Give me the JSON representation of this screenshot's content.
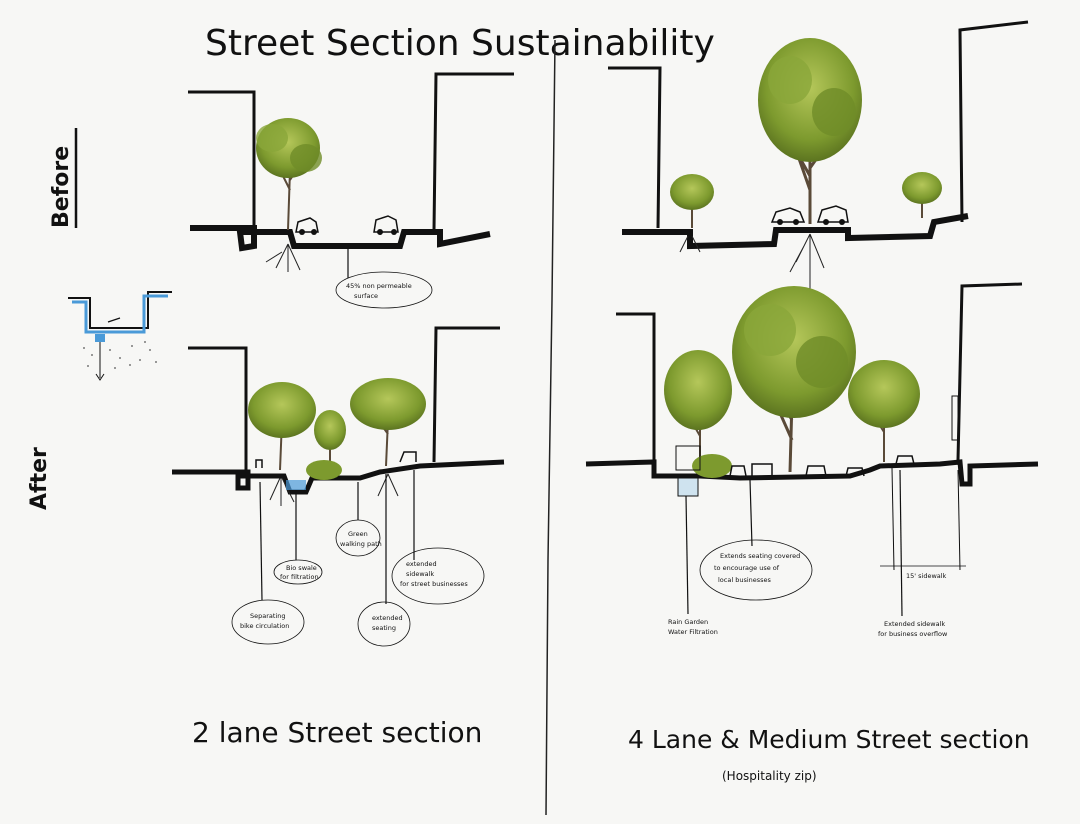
{
  "title": "Street Section Sustainability",
  "row_labels": {
    "before": "Before",
    "after": "After"
  },
  "left_section": {
    "caption": "2 lane Street section",
    "callouts": {
      "impermeable": [
        "45% non permeable",
        "surface"
      ],
      "bioswale": [
        "Bio swale",
        "for filtration"
      ],
      "bike": [
        "Separating",
        "bike circulation"
      ],
      "green_path": [
        "Green",
        "walking path"
      ],
      "seating": [
        "extended",
        "seating"
      ],
      "sidewalk": [
        "extended",
        "sidewalk",
        "for street businesses"
      ]
    }
  },
  "right_section": {
    "caption": "4 Lane & Medium Street section",
    "subcaption": "(Hospitality zip)",
    "callouts": {
      "seating": [
        "Extends seating covered",
        "to encourage use of",
        "local businesses"
      ],
      "rain_garden": [
        "Rain Garden",
        "Water Filtration"
      ],
      "sidewalk_width": "15' sidewalk",
      "extended_sidewalk": [
        "Extended sidewalk",
        "for business overflow"
      ]
    }
  },
  "colors": {
    "ink": "#111111",
    "foliage": "#7d9a2e",
    "foliage_light": "#a3b84a",
    "water": "#4a9ad8",
    "paper": "#f7f7f5"
  }
}
